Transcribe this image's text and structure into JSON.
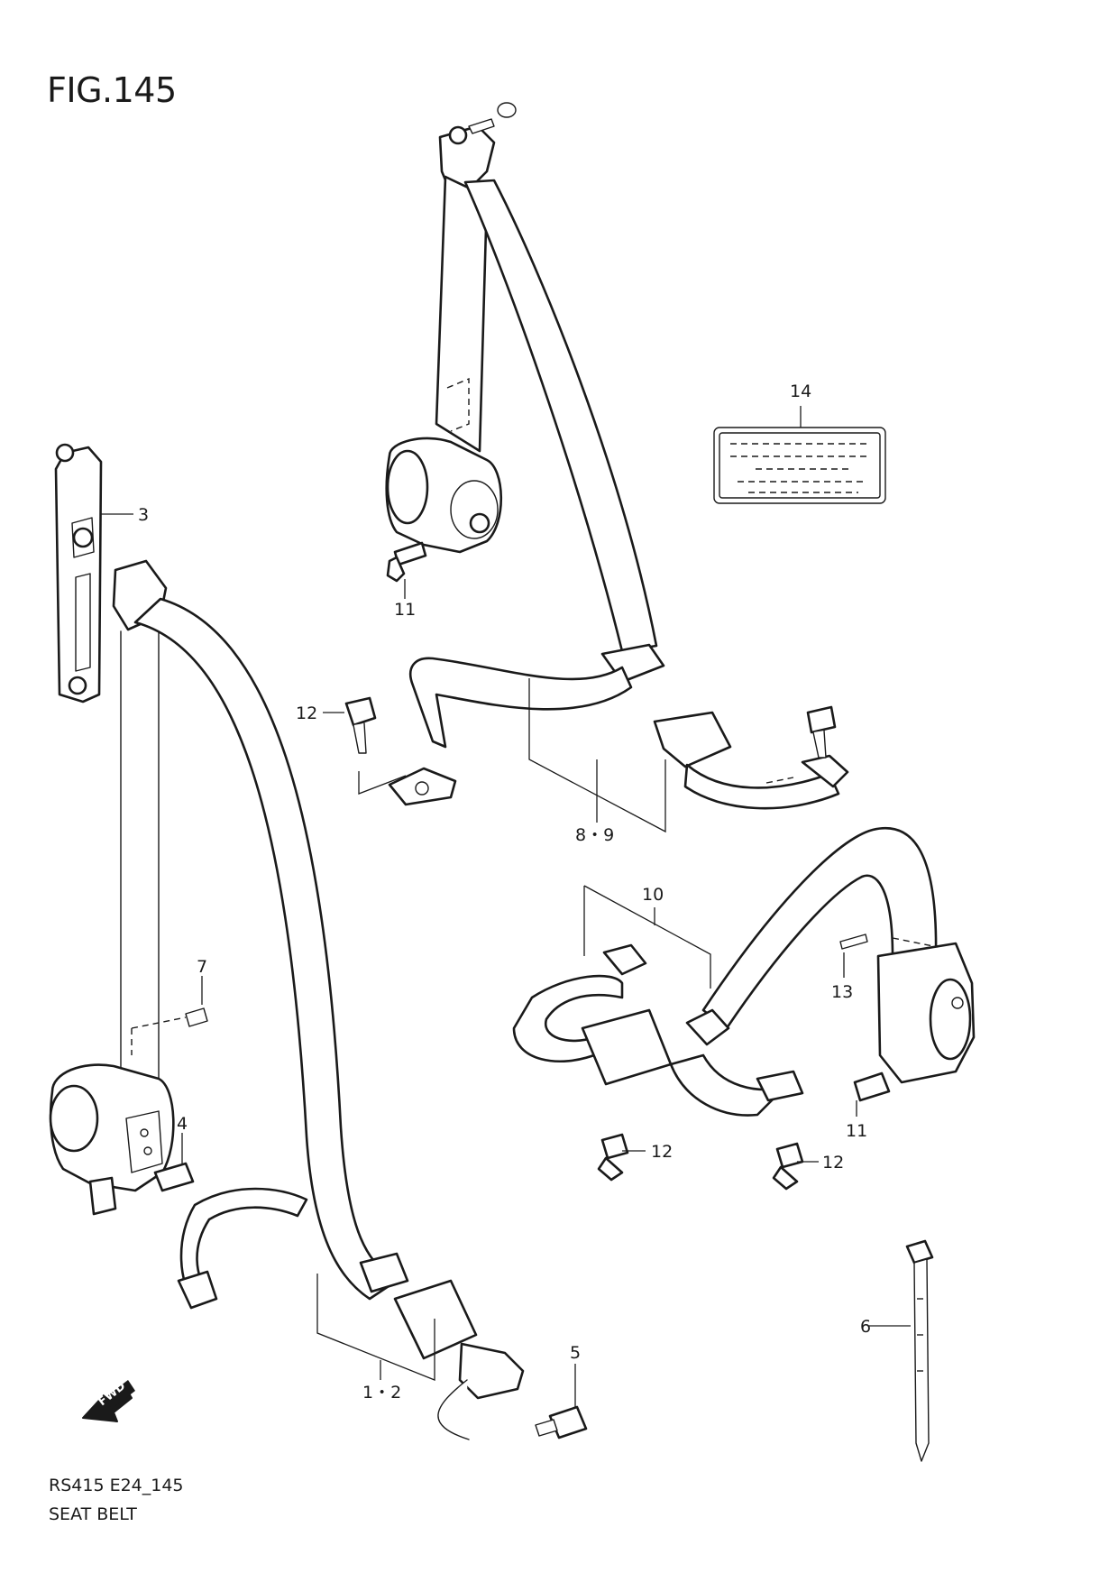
{
  "header": {
    "figure_label": "FIG.145"
  },
  "footer": {
    "model_code": "RS415 E24_145",
    "section_name": "SEAT BELT"
  },
  "fwd_arrow": {
    "label": "FWD"
  },
  "callouts": {
    "c1_2": "1・2",
    "c3": "3",
    "c4": "4",
    "c5": "5",
    "c6": "6",
    "c7": "7",
    "c8_9": "8・9",
    "c10": "10",
    "c11_top": "11",
    "c11_right": "11",
    "c12_left": "12",
    "c12_bottom_a": "12",
    "c12_bottom_b": "12",
    "c13": "13",
    "c14": "14"
  }
}
